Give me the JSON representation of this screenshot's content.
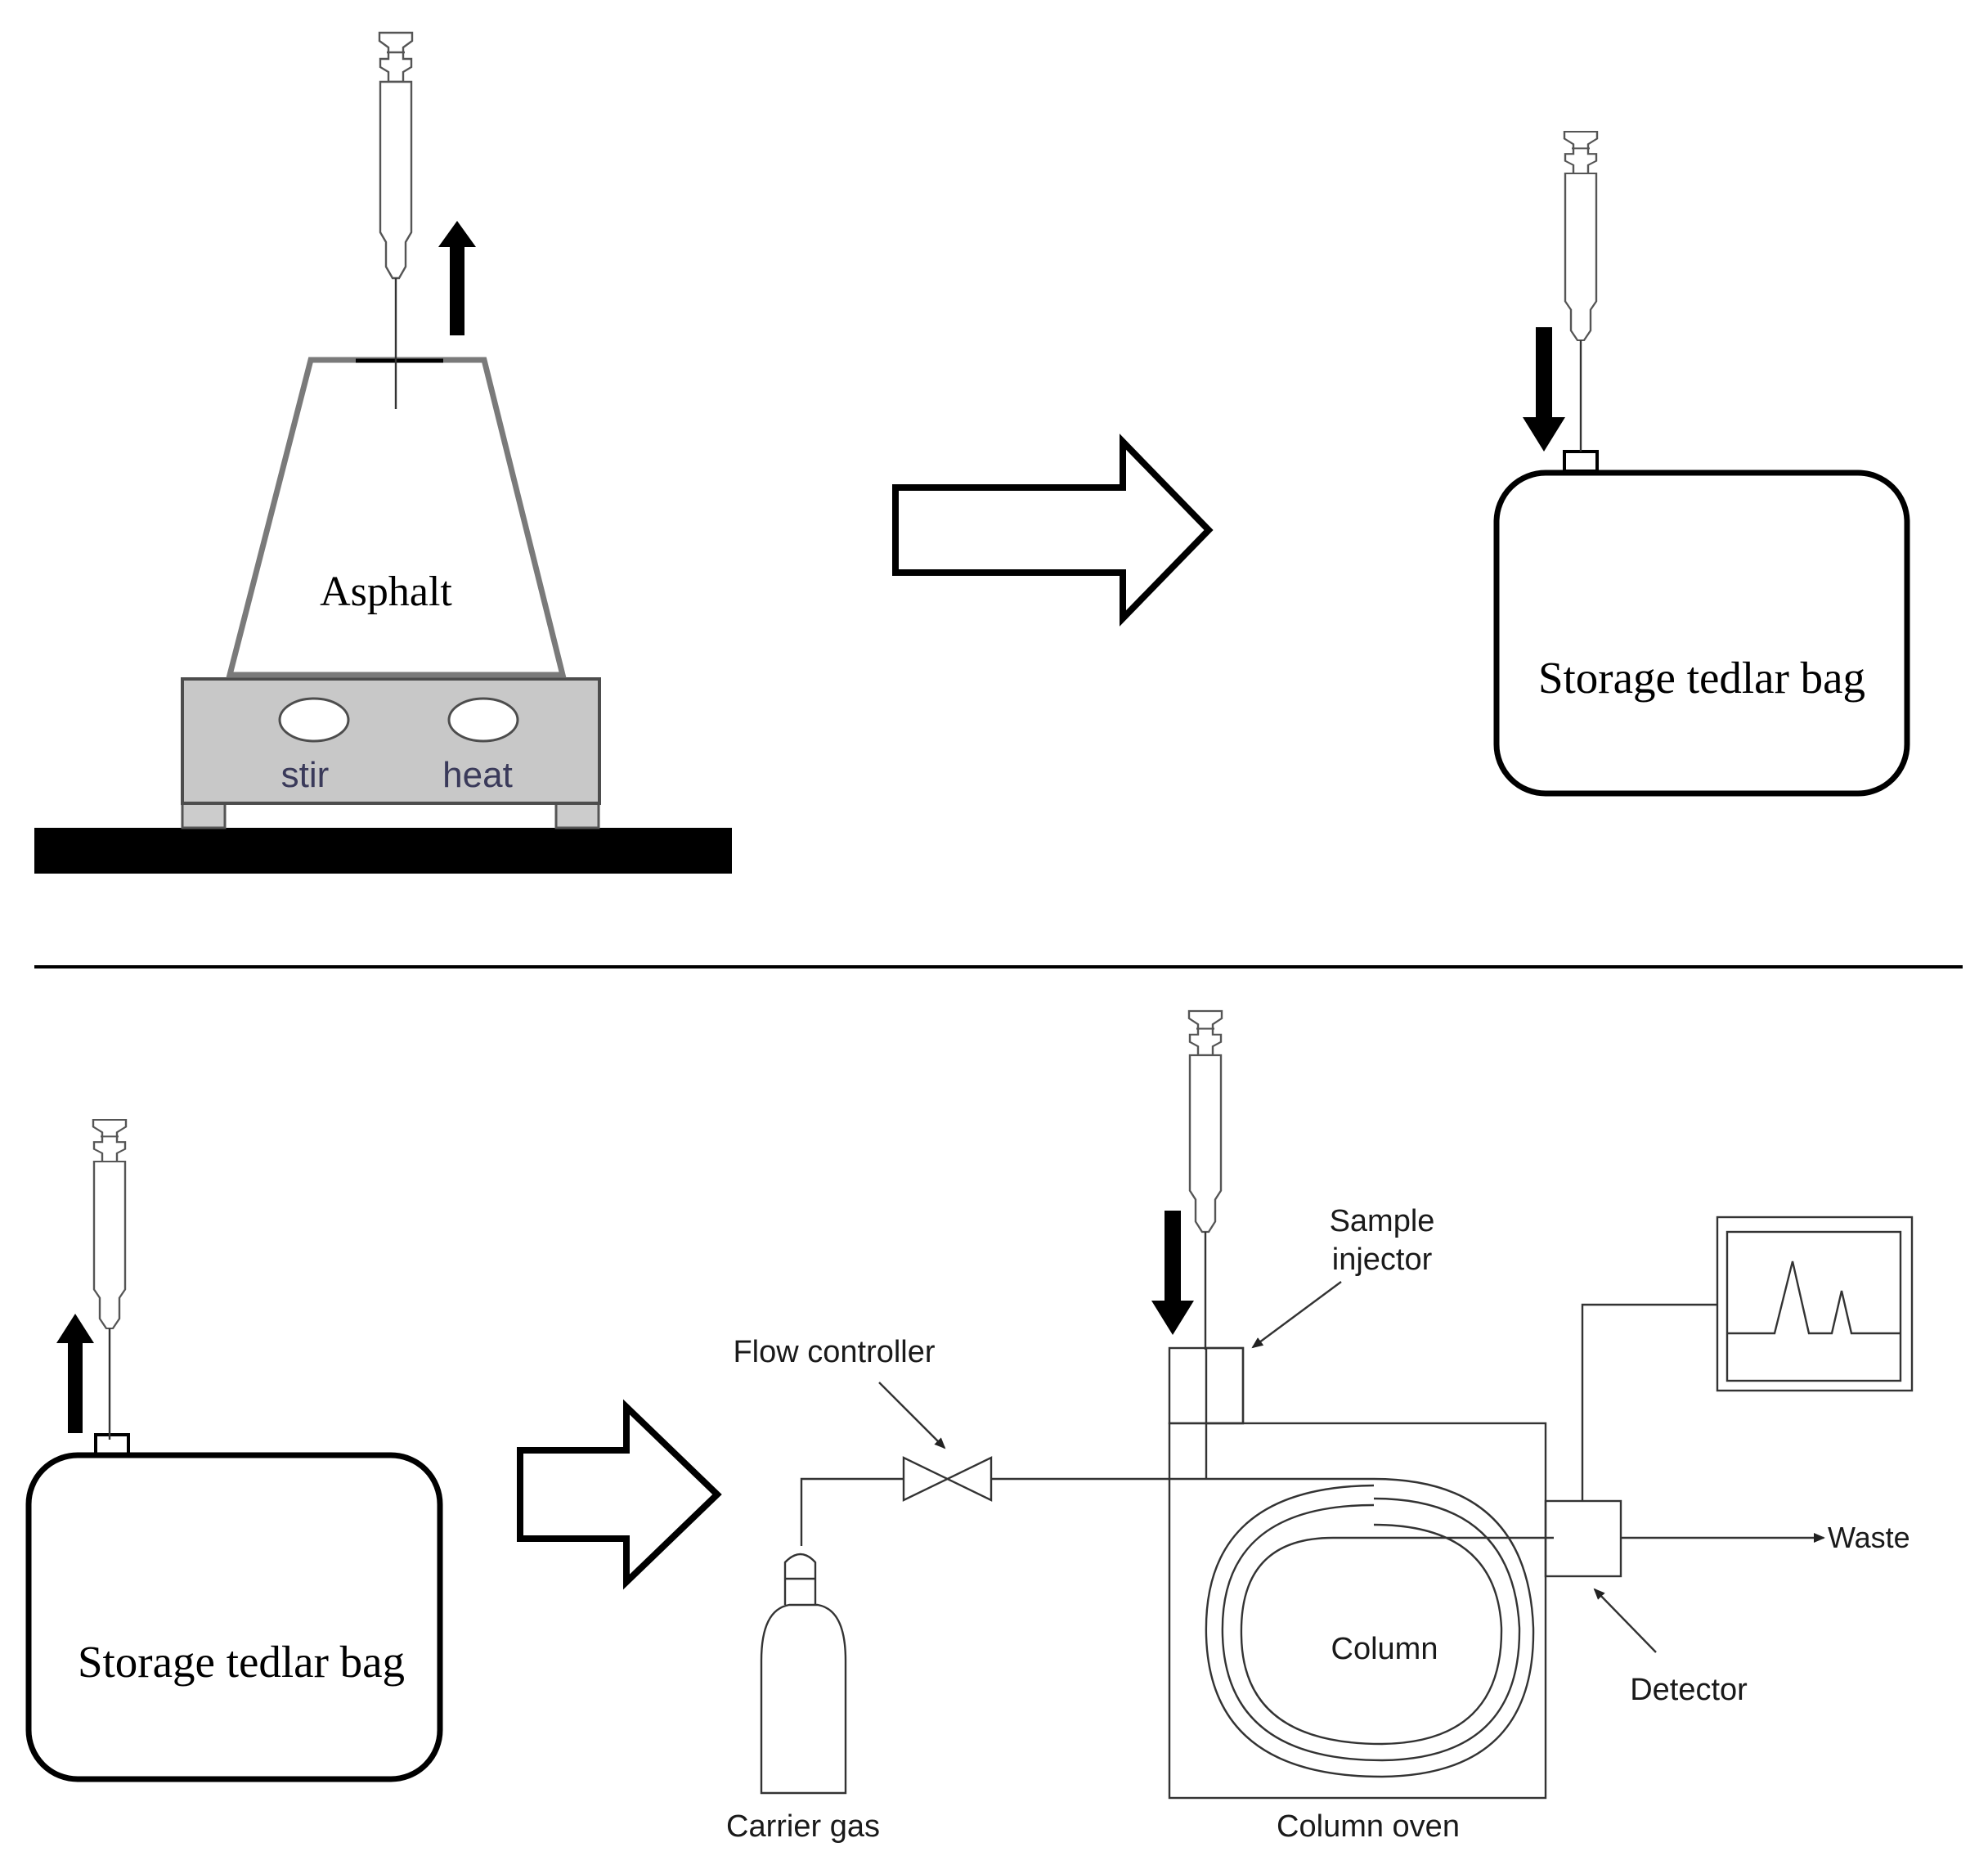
{
  "top_panel": {
    "asphalt_label": "Asphalt",
    "stir_label": "stir",
    "heat_label": "heat",
    "bag_label": "Storage tedlar bag"
  },
  "bottom_panel": {
    "bag_label": "Storage tedlar bag",
    "sample_injector_line1": "Sample",
    "sample_injector_line2": "injector",
    "flow_controller_label": "Flow controller",
    "carrier_gas_label": "Carrier gas",
    "column_label": "Column",
    "column_oven_label": "Column oven",
    "detector_label": "Detector",
    "waste_label": "Waste"
  },
  "icons": [
    "syringe-icon",
    "arrow-up-icon",
    "arrow-down-icon",
    "process-arrow-icon",
    "gas-cylinder-icon",
    "valve-icon",
    "chromatogram-monitor-icon"
  ]
}
